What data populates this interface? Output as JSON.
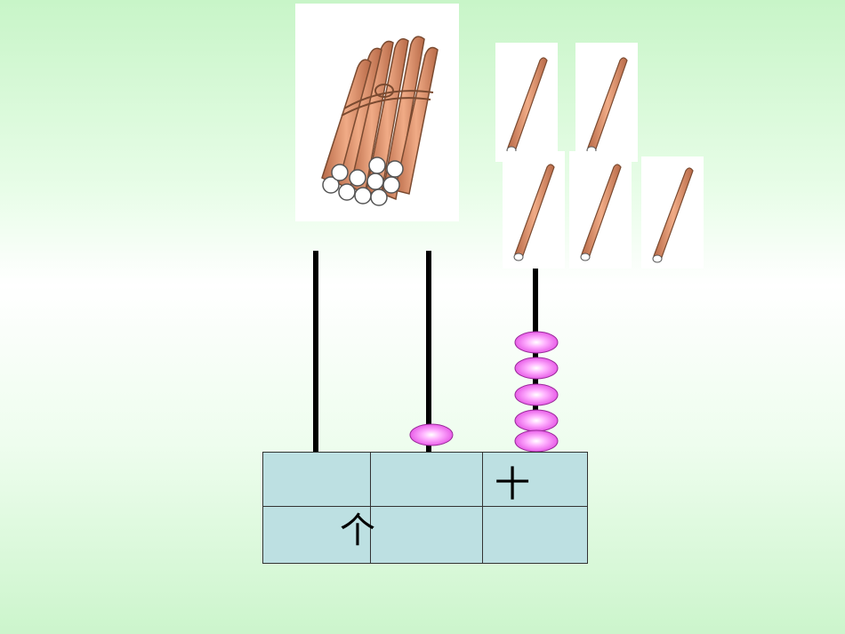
{
  "board": {
    "tens_label": "十",
    "ones_label": "个"
  },
  "counters": {
    "bundles_of_ten": 1,
    "single_sticks": 5,
    "beads_left_rod": 0,
    "beads_middle_rod": 1,
    "beads_right_rod": 5
  },
  "colors": {
    "bead": "#ff66ff",
    "stick": "#d9926e",
    "board": "#bde0e2",
    "rod": "#000000"
  }
}
